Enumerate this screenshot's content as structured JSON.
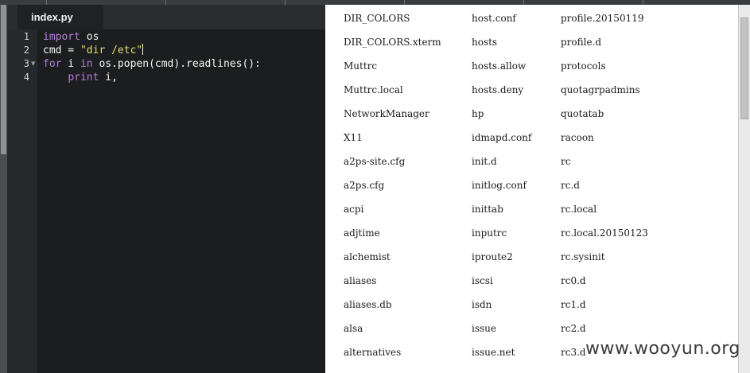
{
  "editor": {
    "tab_label": "index.py",
    "line_numbers": [
      "1",
      "2",
      "3",
      "4"
    ],
    "code": {
      "l1_kw": "import",
      "l1_rest": " os",
      "l2_pre": "cmd = ",
      "l2_str": "\"dir /etc\"",
      "l3_kw1": "for",
      "l3_mid1": " i ",
      "l3_kw2": "in",
      "l3_rest": " os.popen(cmd).readlines():",
      "l4_indent": "    ",
      "l4_kw": "print",
      "l4_rest": " i,"
    }
  },
  "output": {
    "columns": [
      [
        "DIR_COLORS",
        "DIR_COLORS.xterm",
        "Muttrc",
        "Muttrc.local",
        "NetworkManager",
        "X11",
        "a2ps-site.cfg",
        "a2ps.cfg",
        "acpi",
        "adjtime",
        "alchemist",
        "aliases",
        "aliases.db",
        "alsa",
        "alternatives"
      ],
      [
        "host.conf",
        "hosts",
        "hosts.allow",
        "hosts.deny",
        "hp",
        "idmapd.conf",
        "init.d",
        "initlog.conf",
        "inittab",
        "inputrc",
        "iproute2",
        "iscsi",
        "isdn",
        "issue",
        "issue.net"
      ],
      [
        "profile.20150119",
        "profile.d",
        "protocols",
        "quotagrpadmins",
        "quotatab",
        "racoon",
        "rc",
        "rc.d",
        "rc.local",
        "rc.local.20150123",
        "rc.sysinit",
        "rc0.d",
        "rc1.d",
        "rc2.d",
        "rc3.d"
      ]
    ]
  },
  "watermark": "www.wooyun.org",
  "colors": {
    "editor_bg": "#1b1d1e",
    "keyword": "#b57edc",
    "string": "#e6db74",
    "output_bg": "#ffffff"
  }
}
